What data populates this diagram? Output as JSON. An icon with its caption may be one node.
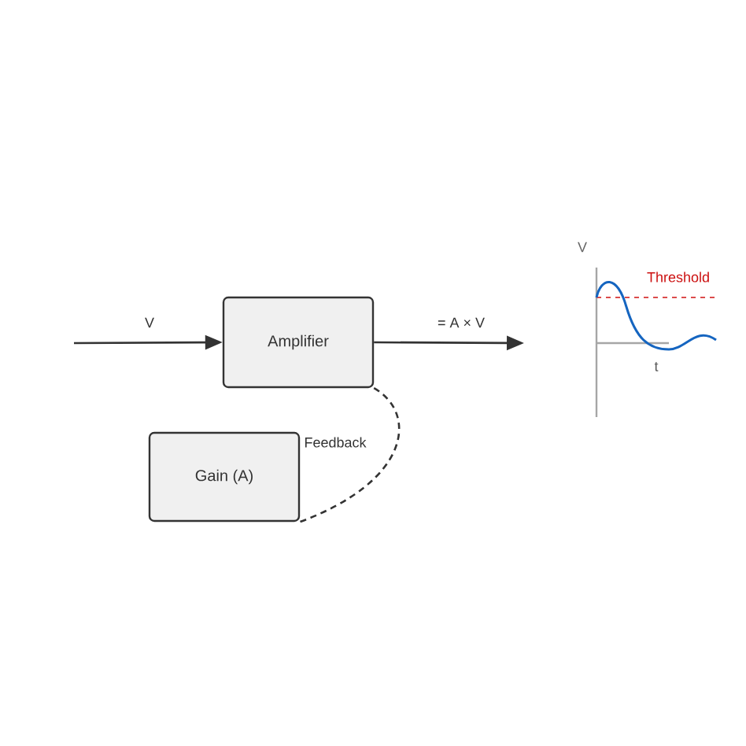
{
  "diagram": {
    "nodes": [
      {
        "text": [
          "Amplifier"
        ]
      },
      {
        "text": [
          "Gain (A)"
        ]
      }
    ],
    "edges": [
      {
        "from": null,
        "to": 0,
        "arrow": "to",
        "label": "V"
      },
      {
        "from": 0,
        "to": null,
        "arrow": "to",
        "label": "= A × V"
      },
      {
        "from": 0,
        "to": 1,
        "arrow": "none",
        "style": "dashed",
        "label": "Feedback"
      }
    ],
    "labels": [
      "V",
      "Threshold",
      "t"
    ]
  }
}
